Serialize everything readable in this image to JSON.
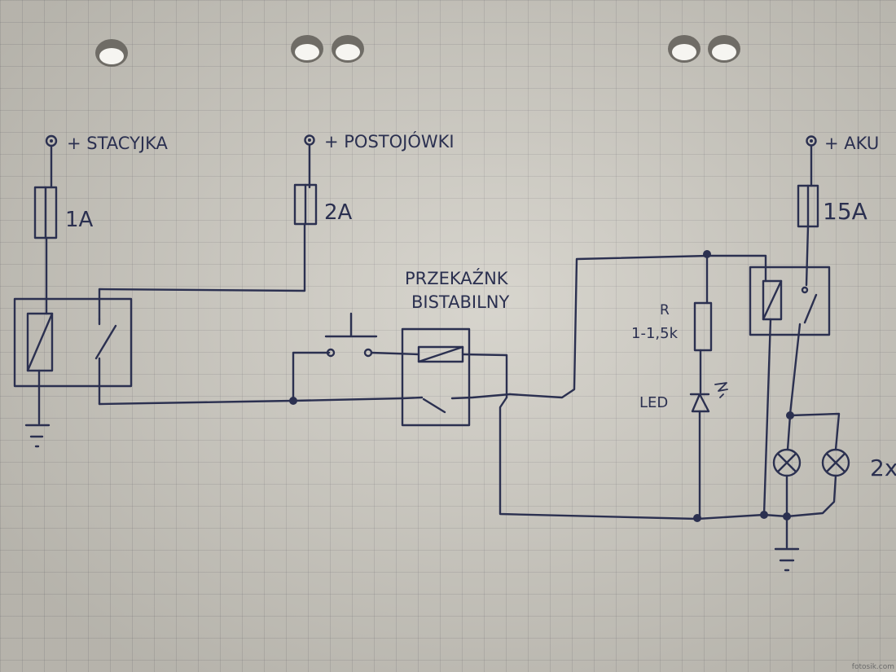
{
  "labels": {
    "plus_stacyjka": "+ STACYJKA",
    "plus_postojowki": "+ POSTOJÓWKI",
    "plus_aku": "+ AKU",
    "fuse_1": "1A",
    "fuse_2": "2A",
    "fuse_3": "15A",
    "relay_title_1": "PRZEKAŹNK",
    "relay_title_2": "BISTABILNY",
    "resistor_name": "R",
    "resistor_value": "1-1,5k",
    "led": "LED",
    "lamps_count": "2x"
  },
  "watermark": "fotosik.com",
  "colors": {
    "ink": "#2b3050",
    "paper": "#cfccc3",
    "grid": "#8a8a90"
  }
}
